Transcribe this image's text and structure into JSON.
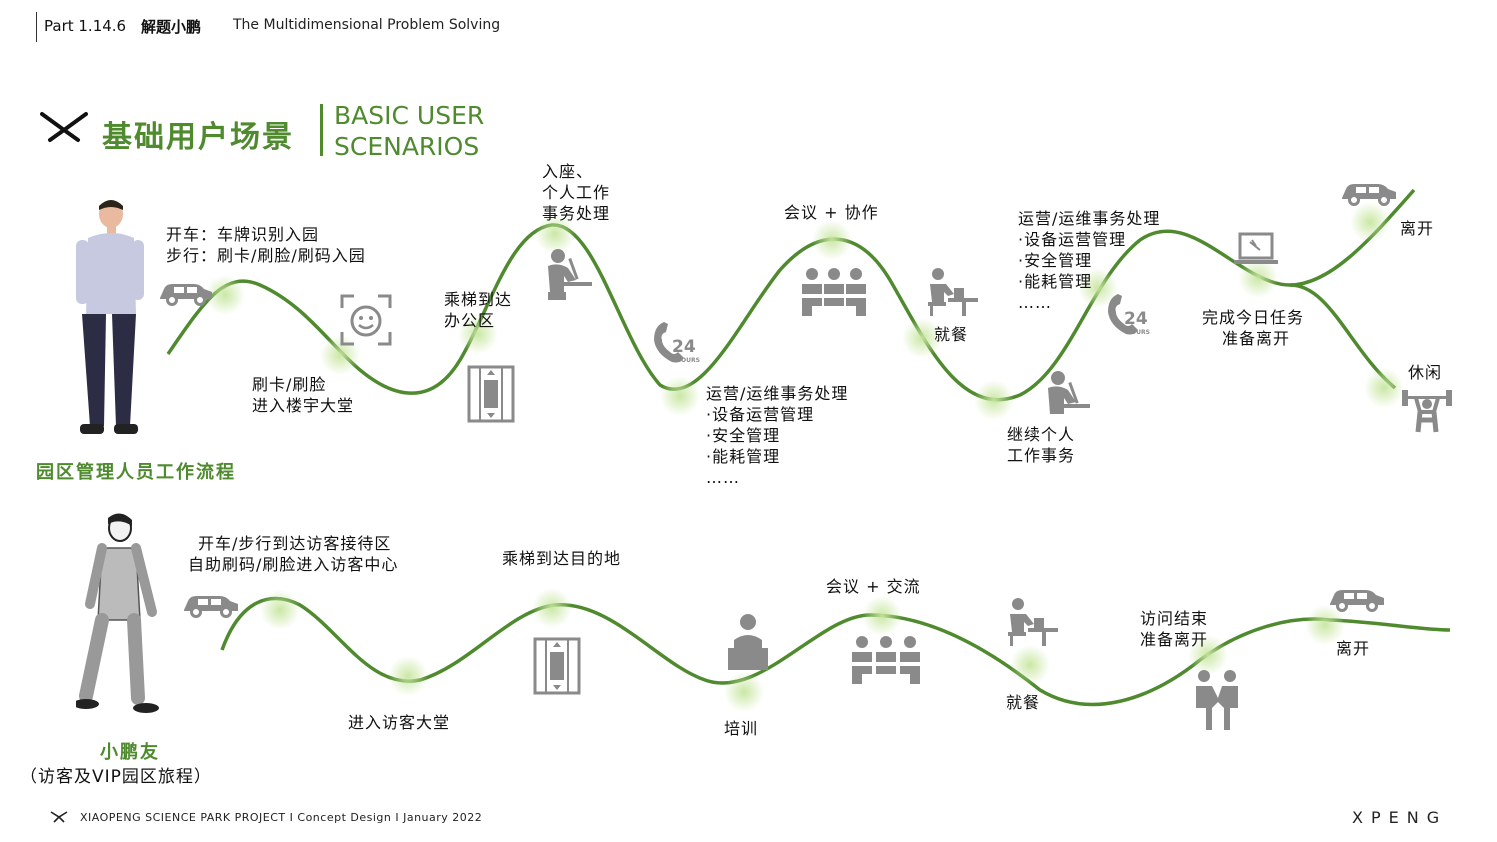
{
  "header": {
    "part": "Part 1.14.6",
    "title_cn": "解题小鹏",
    "title_en": "The Multidimensional Problem Solving"
  },
  "title": {
    "cn": "基础用户场景",
    "en_line1": "BASIC USER",
    "en_line2": "SCENARIOS"
  },
  "colors": {
    "accent": "#4f8a2f",
    "icon": "#8a8a8a",
    "glow": "#c8e6a0"
  },
  "track1": {
    "group_label": "园区管理人员工作流程",
    "labels": [
      {
        "id": "drive",
        "lines": [
          "开车：车牌识别入园",
          "步行：刷卡/刷脸/刷码入园"
        ]
      },
      {
        "id": "lobby",
        "lines": [
          "刷卡/刷脸",
          "进入楼宇大堂"
        ]
      },
      {
        "id": "elevator",
        "lines": [
          "乘梯到达",
          "办公区"
        ]
      },
      {
        "id": "seat",
        "lines": [
          "入座、",
          "个人工作",
          "事务处理"
        ]
      },
      {
        "id": "ops1",
        "lines": [
          "运营/运维事务处理",
          "·设备运营管理",
          "·安全管理",
          "·能耗管理",
          "……"
        ]
      },
      {
        "id": "meeting",
        "lines": [
          "会议 + 协作"
        ]
      },
      {
        "id": "dining",
        "lines": [
          "就餐"
        ]
      },
      {
        "id": "ops2",
        "lines": [
          "运营/运维事务处理",
          "·设备运营管理",
          "·安全管理",
          "·能耗管理",
          "……"
        ]
      },
      {
        "id": "continue",
        "lines": [
          "继续个人",
          "工作事务"
        ]
      },
      {
        "id": "complete",
        "lines": [
          "完成今日任务",
          "准备离开"
        ]
      },
      {
        "id": "leave",
        "lines": [
          "离开"
        ]
      },
      {
        "id": "leisure",
        "lines": [
          "休闲"
        ]
      }
    ]
  },
  "track2": {
    "group_label": "小鹏友",
    "group_sublabel": "（访客及VIP园区旅程）",
    "labels": [
      {
        "id": "arrive",
        "lines": [
          "开车/步行到达访客接待区",
          "自助刷码/刷脸进入访客中心"
        ]
      },
      {
        "id": "lobby",
        "lines": [
          "进入访客大堂"
        ]
      },
      {
        "id": "elevator",
        "lines": [
          "乘梯到达目的地"
        ]
      },
      {
        "id": "training",
        "lines": [
          "培训"
        ]
      },
      {
        "id": "meeting",
        "lines": [
          "会议 + 交流"
        ]
      },
      {
        "id": "dining",
        "lines": [
          "就餐"
        ]
      },
      {
        "id": "end",
        "lines": [
          "访问结束",
          "准备离开"
        ]
      },
      {
        "id": "leave",
        "lines": [
          "离开"
        ]
      }
    ]
  },
  "icons": {
    "hours_text": "24",
    "hours_sub": "HOURS"
  },
  "footer": {
    "text": "XIAOPENG SCIENCE PARK PROJECT  I Concept Design I  January 2022",
    "brand": "XPENG"
  }
}
